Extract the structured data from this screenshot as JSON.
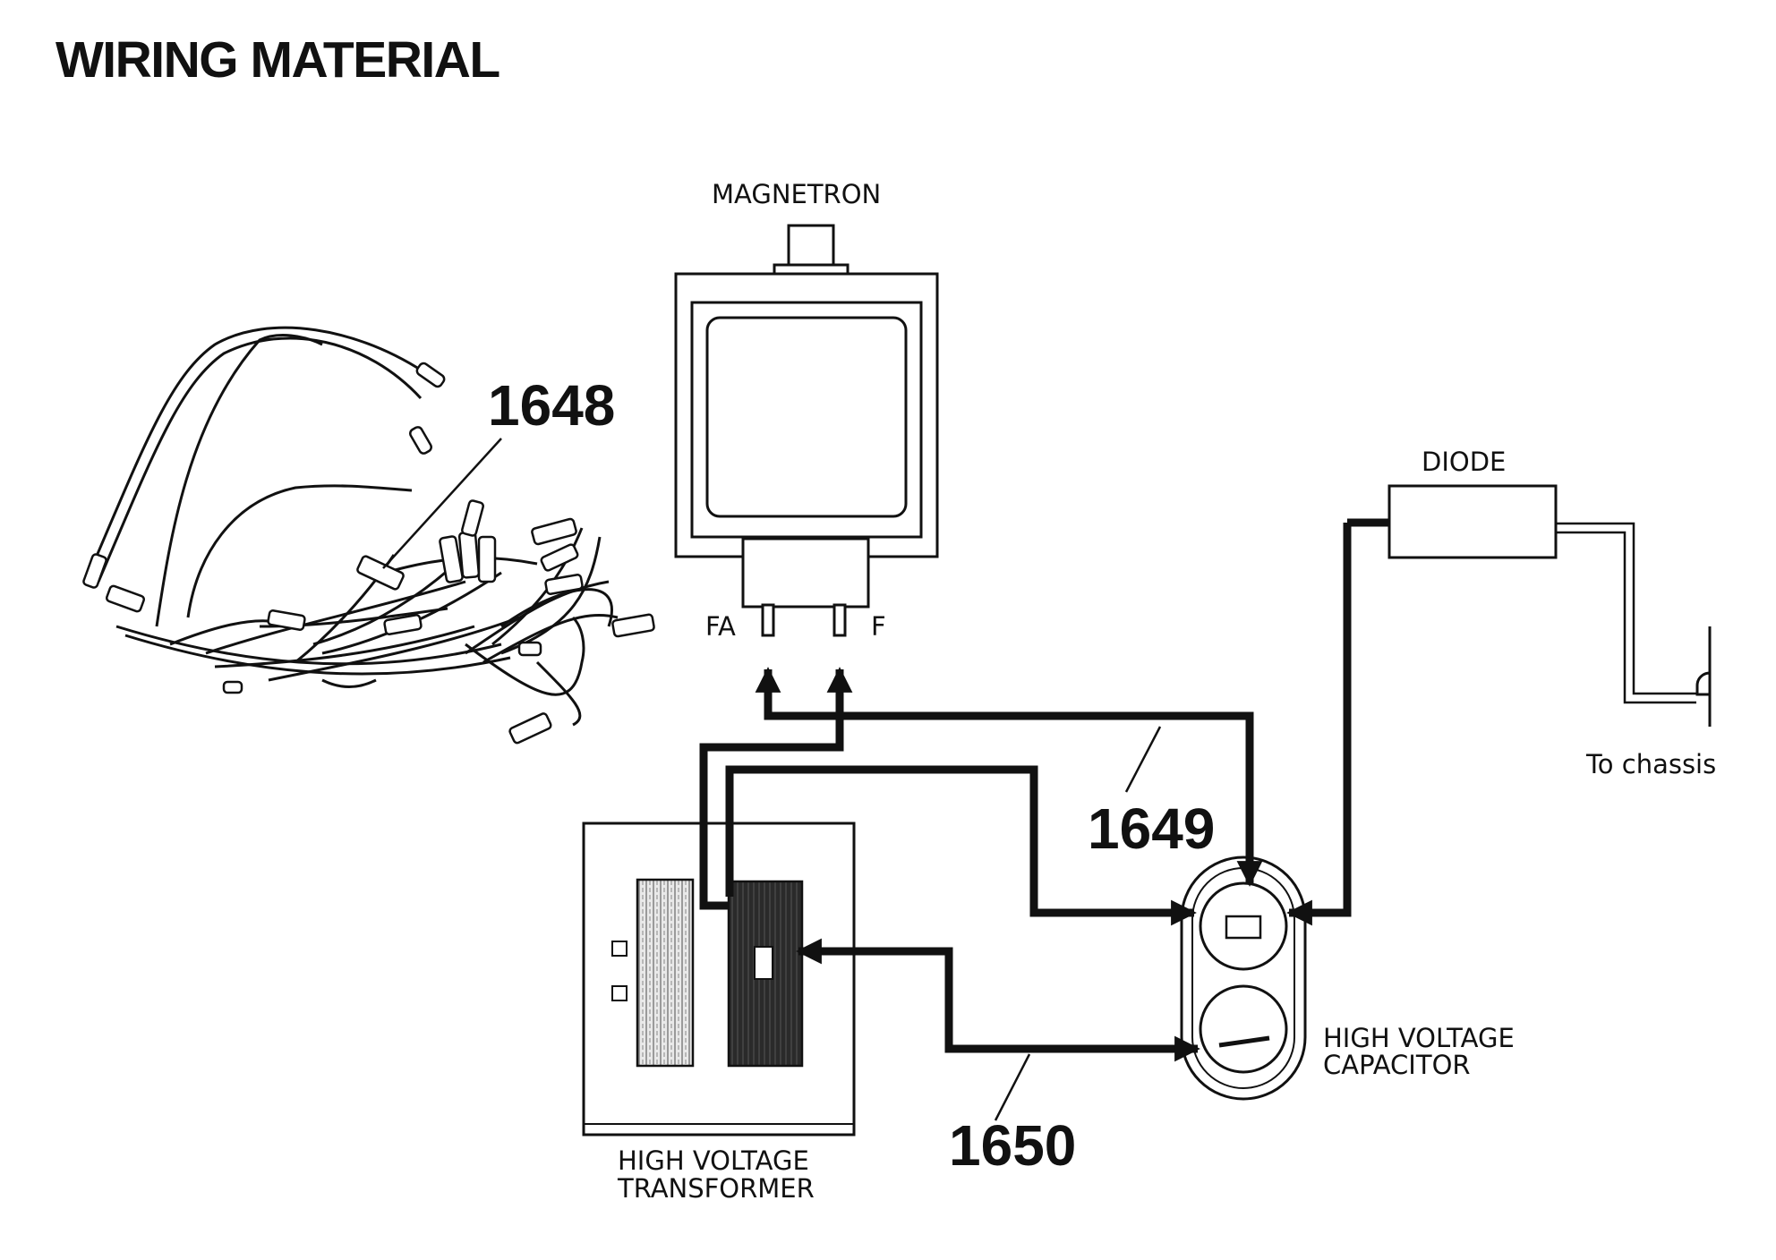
{
  "title": "WIRING MATERIAL",
  "labels": {
    "magnetron": "MAGNETRON",
    "fa": "FA",
    "f": "F",
    "diode": "DIODE",
    "to_chassis": "To chassis",
    "capacitor_line1": "HIGH VOLTAGE",
    "capacitor_line2": "CAPACITOR",
    "transformer_line1": "HIGH VOLTAGE",
    "transformer_line2": "TRANSFORMER"
  },
  "part_numbers": {
    "harness": "1648",
    "wire_magnetron_capacitor": "1649",
    "wire_transformer_capacitor": "1650"
  }
}
